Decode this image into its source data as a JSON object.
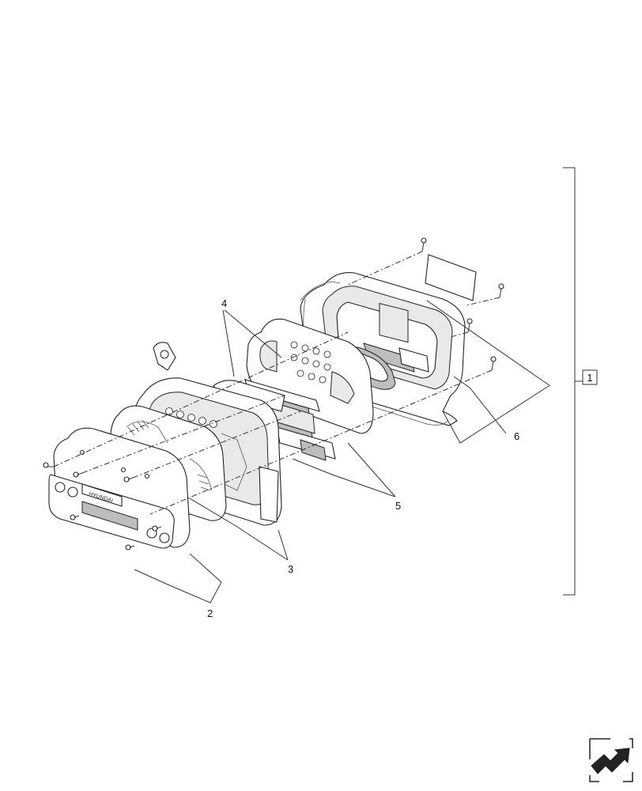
{
  "callouts": {
    "assembly": "1",
    "bezel": "2",
    "housing": "3",
    "lens_board": "4",
    "circuit_board": "5",
    "rear_cover": "6"
  },
  "bezel_logo": "HYUNDAI",
  "nav_icon": "next-page-arrow-icon"
}
